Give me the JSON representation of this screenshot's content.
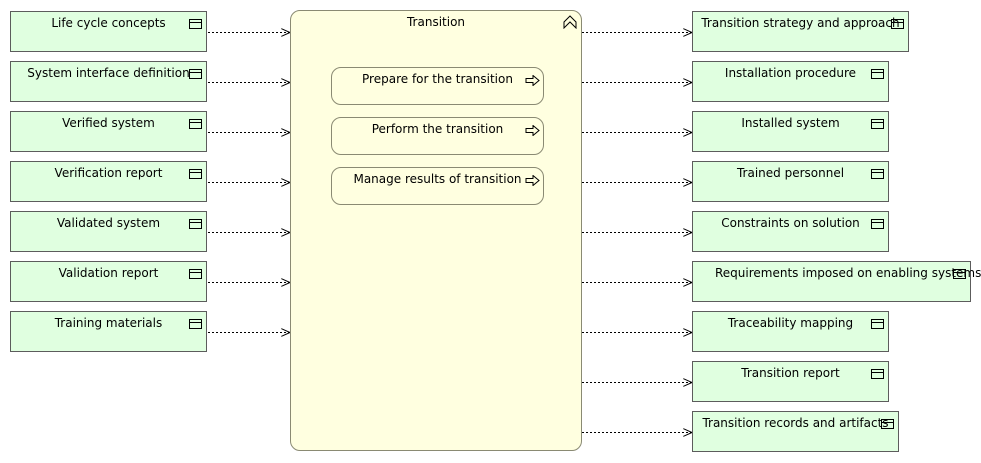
{
  "process": {
    "title": "Transition",
    "icon": "process-icon",
    "steps": [
      {
        "label": "Prepare for the transition",
        "icon": "arrow-right-icon"
      },
      {
        "label": "Perform the transition",
        "icon": "arrow-right-icon"
      },
      {
        "label": "Manage results of transition",
        "icon": "arrow-right-icon"
      }
    ]
  },
  "inputs": [
    {
      "label": "Life cycle concepts",
      "icon": "object-icon"
    },
    {
      "label": "System interface definition",
      "icon": "object-icon"
    },
    {
      "label": "Verified system",
      "icon": "object-icon"
    },
    {
      "label": "Verification report",
      "icon": "object-icon"
    },
    {
      "label": "Validated system",
      "icon": "object-icon"
    },
    {
      "label": "Validation report",
      "icon": "object-icon"
    },
    {
      "label": "Training materials",
      "icon": "object-icon"
    }
  ],
  "outputs": [
    {
      "label": "Transition strategy and approach",
      "icon": "object-icon"
    },
    {
      "label": "Installation procedure",
      "icon": "object-icon"
    },
    {
      "label": "Installed system",
      "icon": "object-icon"
    },
    {
      "label": "Trained personnel",
      "icon": "object-icon"
    },
    {
      "label": "Constraints on solution",
      "icon": "object-icon"
    },
    {
      "label": "Requirements imposed on enabling systems",
      "icon": "object-icon"
    },
    {
      "label": "Traceability mapping",
      "icon": "object-icon"
    },
    {
      "label": "Transition report",
      "icon": "object-icon"
    },
    {
      "label": "Transition records and artifacts",
      "icon": "object-icon"
    }
  ],
  "colors": {
    "object_fill": "#e0ffe0",
    "process_fill": "#ffffe0",
    "border": "#5c5c5c",
    "flow_line": "#000000"
  }
}
